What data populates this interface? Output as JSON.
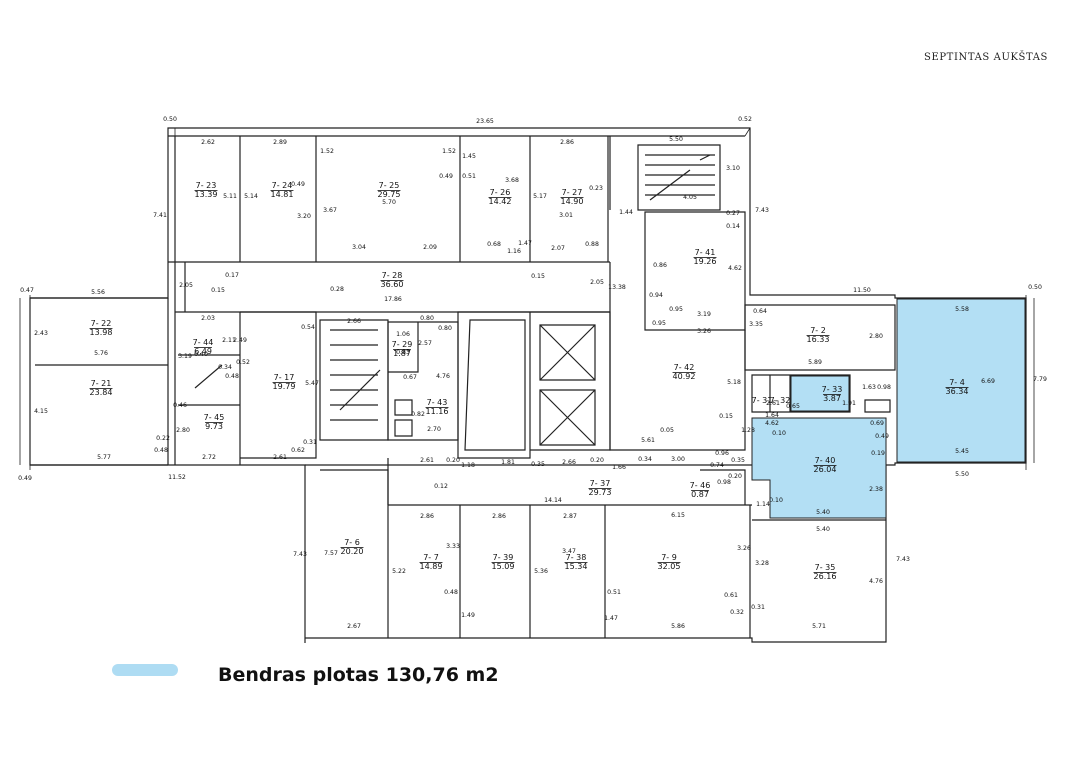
{
  "heading": "SEPTINTAS AUKŠTAS",
  "legend": {
    "label": "Bendras plotas 130,76 m2",
    "color": "#aedcf3"
  },
  "highlight_color": "#b3dff4",
  "rooms": [
    {
      "id": "7- 23",
      "area": "13.39"
    },
    {
      "id": "7- 24",
      "area": "14.81"
    },
    {
      "id": "7- 25",
      "area": "29.75"
    },
    {
      "id": "7- 26",
      "area": "14.42"
    },
    {
      "id": "7- 27",
      "area": "14.90"
    },
    {
      "id": "7- 41",
      "area": "19.26"
    },
    {
      "id": "7- 28",
      "area": "36.60"
    },
    {
      "id": "7- 22",
      "area": "13.98"
    },
    {
      "id": "7- 21",
      "area": "23.84"
    },
    {
      "id": "7- 44",
      "area": "6.49"
    },
    {
      "id": "7- 45",
      "area": "9.73"
    },
    {
      "id": "7- 17",
      "area": "19.79"
    },
    {
      "id": "7- 29",
      "area": "1.87"
    },
    {
      "id": "7- 43",
      "area": "11.16"
    },
    {
      "id": "7- 42",
      "area": "40.92"
    },
    {
      "id": "7- 2",
      "area": "16.33"
    },
    {
      "id": "7- 4",
      "area": "36.34"
    },
    {
      "id": "7- 33",
      "area": "3.87"
    },
    {
      "id": "7- 40",
      "area": "26.04"
    },
    {
      "id": "7- 37",
      "area": "29.73"
    },
    {
      "id": "7- 46",
      "area": "0.87"
    },
    {
      "id": "7- 6",
      "area": "20.20"
    },
    {
      "id": "7- 7",
      "area": "14.89"
    },
    {
      "id": "7- 39",
      "area": "15.09"
    },
    {
      "id": "7- 38",
      "area": "15.34"
    },
    {
      "id": "7- 9",
      "area": "32.05"
    },
    {
      "id": "7- 35",
      "area": "26.16"
    },
    {
      "id": "7- 31",
      "area": ""
    },
    {
      "id": "7- 32",
      "area": ""
    }
  ],
  "dimensions": [
    "0.50",
    "23.65",
    "0.52",
    "5.50",
    "2.62",
    "2.89",
    "1.52",
    "1.52",
    "1.45",
    "2.86",
    "5.11",
    "5.14",
    "0.49",
    "0.49",
    "0.51",
    "3.68",
    "5.17",
    "0.23",
    "3.10",
    "7.41",
    "7.43",
    "3.20",
    "3.67",
    "5.70",
    "3.01",
    "1.44",
    "4.05",
    "0.27",
    "0.14",
    "3.04",
    "2.09",
    "0.68",
    "1.16",
    "1.47",
    "2.07",
    "0.88",
    "0.86",
    "4.62",
    "2.05",
    "0.17",
    "0.15",
    "0.15",
    "2.05",
    "13.38",
    "0.94",
    "0.95",
    "0.95",
    "3.19",
    "0.47",
    "5.56",
    "17.86",
    "0.28",
    "11.50",
    "0.50",
    "5.58",
    "2.03",
    "2.66",
    "0.80",
    "0.80",
    "0.64",
    "3.35",
    "3.26",
    "2.43",
    "5.76",
    "3.19",
    "2.11",
    "2.49",
    "0.40",
    "0.52",
    "0.34",
    "0.48",
    "0.54",
    "1.06",
    "0.83",
    "2.57",
    "4.76",
    "5.47",
    "2.80",
    "5.89",
    "6.69",
    "7.79",
    "0.46",
    "4.15",
    "1.63",
    "0.98",
    "0.67",
    "5.18",
    "0.22",
    "2.80",
    "0.48",
    "0.31",
    "0.15",
    "1.64",
    "2.61",
    "0.65",
    "1.91",
    "0.82",
    "2.70",
    "4.62",
    "0.10",
    "0.69",
    "0.49",
    "1.28",
    "5.77",
    "2.72",
    "2.61",
    "0.62",
    "5.61",
    "0.05",
    "3.00",
    "0.19",
    "5.45",
    "5.50",
    "0.49",
    "11.52",
    "2.61",
    "0.20",
    "1.18",
    "1.81",
    "0.35",
    "2.66",
    "0.20",
    "1.66",
    "0.34",
    "0.74",
    "0.35",
    "0.96",
    "0.20",
    "0.12",
    "14.14",
    "0.98",
    "2.38",
    "1.14",
    "0.10",
    "5.40",
    "5.40",
    "2.86",
    "2.86",
    "2.87",
    "6.15",
    "7.57",
    "3.33",
    "3.47",
    "3.26",
    "3.28",
    "4.76",
    "7.43",
    "7.43",
    "5.22",
    "5.36",
    "0.48",
    "0.51",
    "0.61",
    "0.32",
    "0.31",
    "2.67",
    "1.49",
    "1.47",
    "5.86",
    "5.71"
  ]
}
